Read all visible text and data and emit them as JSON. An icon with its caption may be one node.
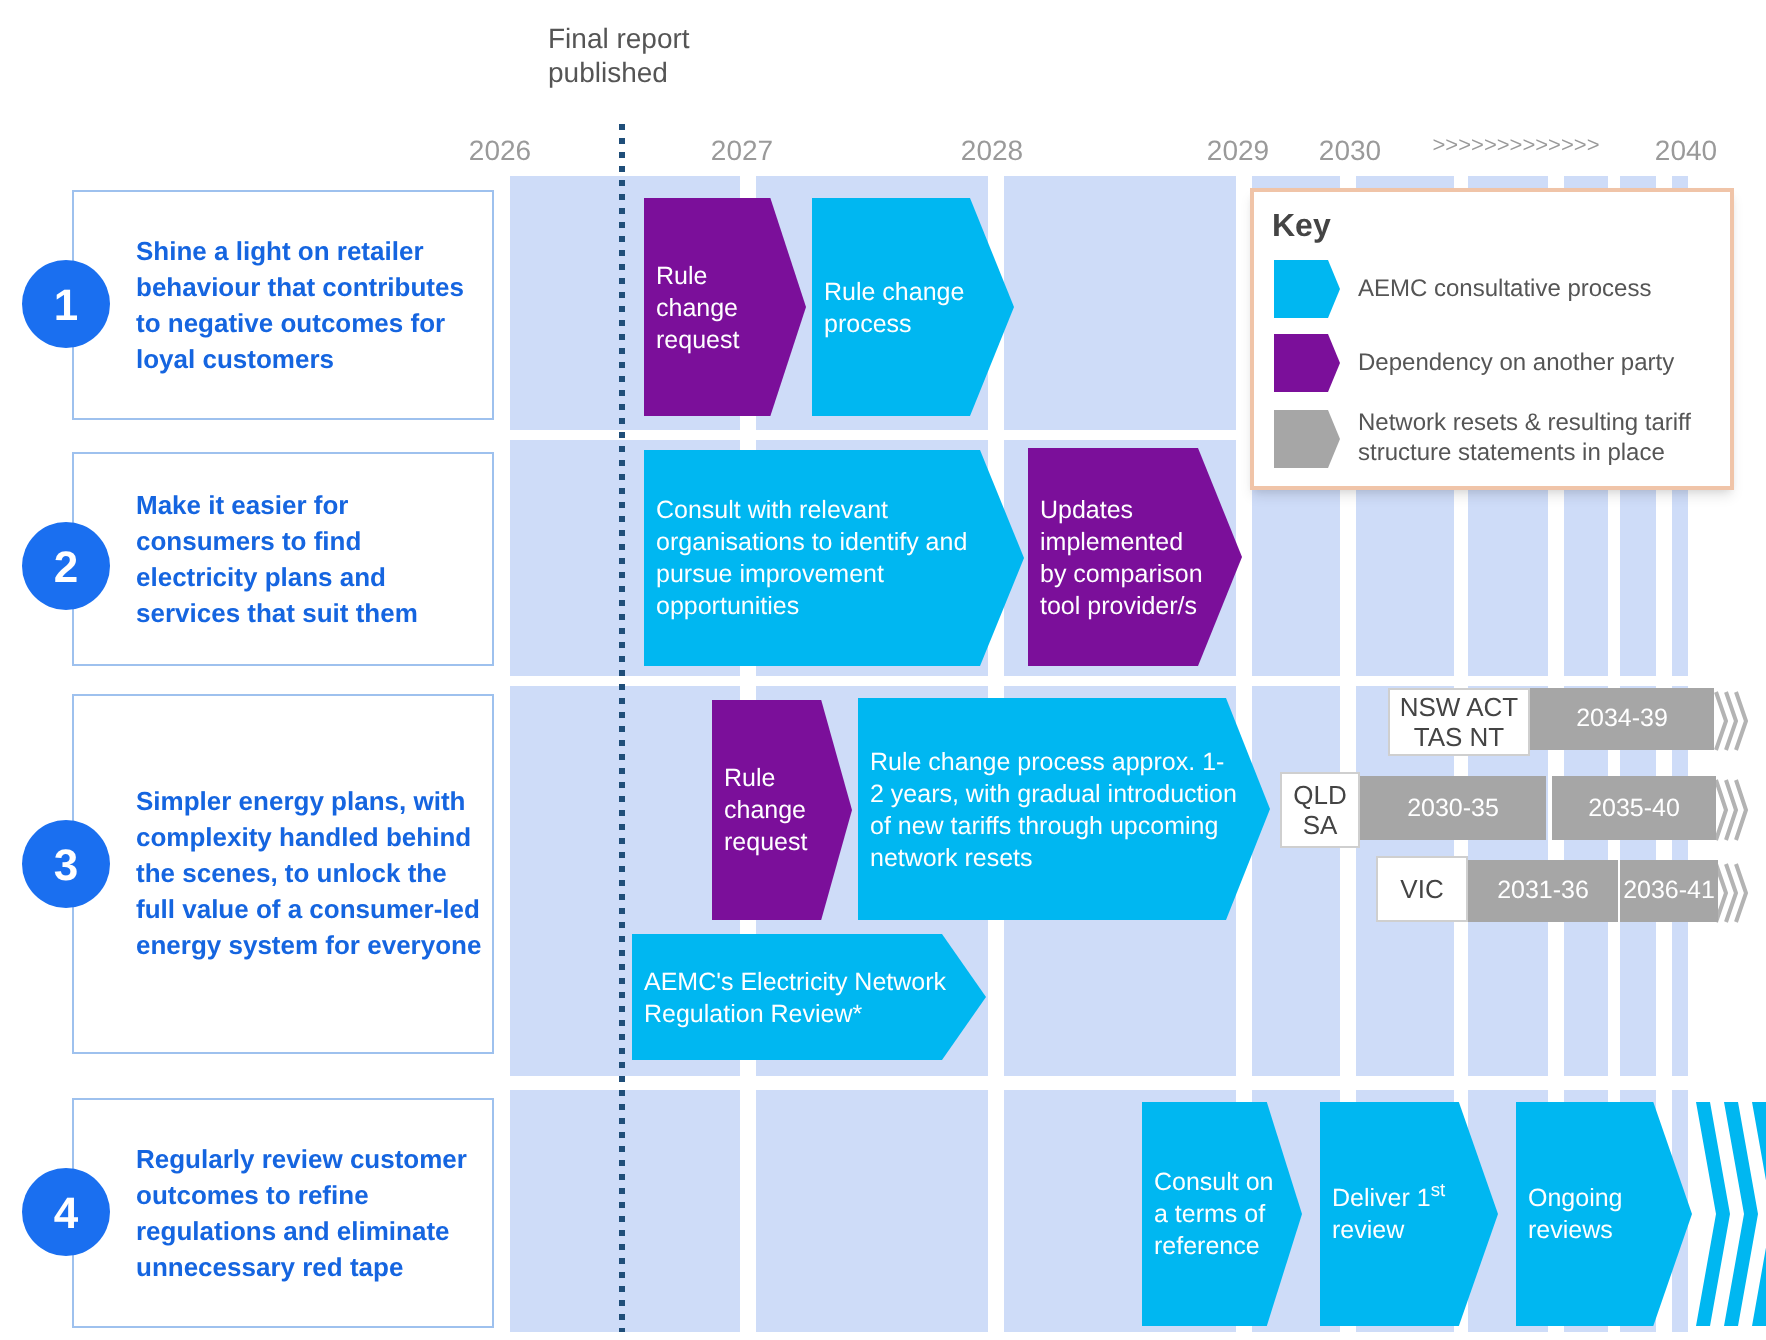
{
  "diagram": {
    "nodes": [
      {
        "text": [
          "1"
        ]
      },
      {
        "text": [
          "Shine a light on retailer behaviour that contributes to negative outcomes for loyal customers"
        ]
      },
      {
        "text": [
          "Rule change request"
        ]
      },
      {
        "text": [
          "Rule change process"
        ]
      },
      {
        "text": [
          "2"
        ]
      },
      {
        "text": [
          "Make it easier for consumers to find electricity plans and services that suit them"
        ]
      },
      {
        "text": [
          "Consult with relevant organisations to identify and pursue improvement opportunities"
        ]
      },
      {
        "text": [
          "Updates implemented by comparison tool provider/s"
        ]
      },
      {
        "text": [
          "3"
        ]
      },
      {
        "text": [
          "Simpler energy plans, with complexity handled behind the scenes, to unlock the full value of a consumer-led energy system for everyone"
        ]
      },
      {
        "text": [
          "Rule change request"
        ]
      },
      {
        "text": [
          "Rule change process approx. 1-2 years, with gradual introduction of new tariffs through upcoming network resets"
        ]
      },
      {
        "text": [
          "AEMC's Electricity Network Regulation Review*"
        ]
      },
      {
        "text": [
          "NSW ACT TAS NT"
        ]
      },
      {
        "text": [
          "2034-39"
        ]
      },
      {
        "text": [
          "QLD SA"
        ]
      },
      {
        "text": [
          "2030-35"
        ]
      },
      {
        "text": [
          "2035-40"
        ]
      },
      {
        "text": [
          "VIC"
        ]
      },
      {
        "text": [
          "2031-36"
        ]
      },
      {
        "text": [
          "2036-41"
        ]
      },
      {
        "text": [
          "4"
        ]
      },
      {
        "text": [
          "Regularly review customer outcomes to refine regulations and eliminate unnecessary red tape"
        ]
      },
      {
        "text": [
          "Consult on a terms of reference"
        ]
      },
      {
        "text": [
          "Deliver 1$^{st}$ review"
        ]
      },
      {
        "text": [
          "Ongoing reviews"
        ]
      }
    ],
    "labels": [
      "Final report published",
      "2026",
      "2027",
      "2028",
      "2029",
      "2030",
      ">>>>>>>>>>>>>",
      "2040",
      "Key"
    ],
    "legend": [
      {
        "text": "AEMC consultative process",
        "color": "#00b7f1"
      },
      {
        "text": "Dependency on another party",
        "color": "#7b0f9a"
      },
      {
        "text": "Network resets & resulting tariff structure statements in place",
        "color": "#a6a6a6"
      }
    ]
  }
}
